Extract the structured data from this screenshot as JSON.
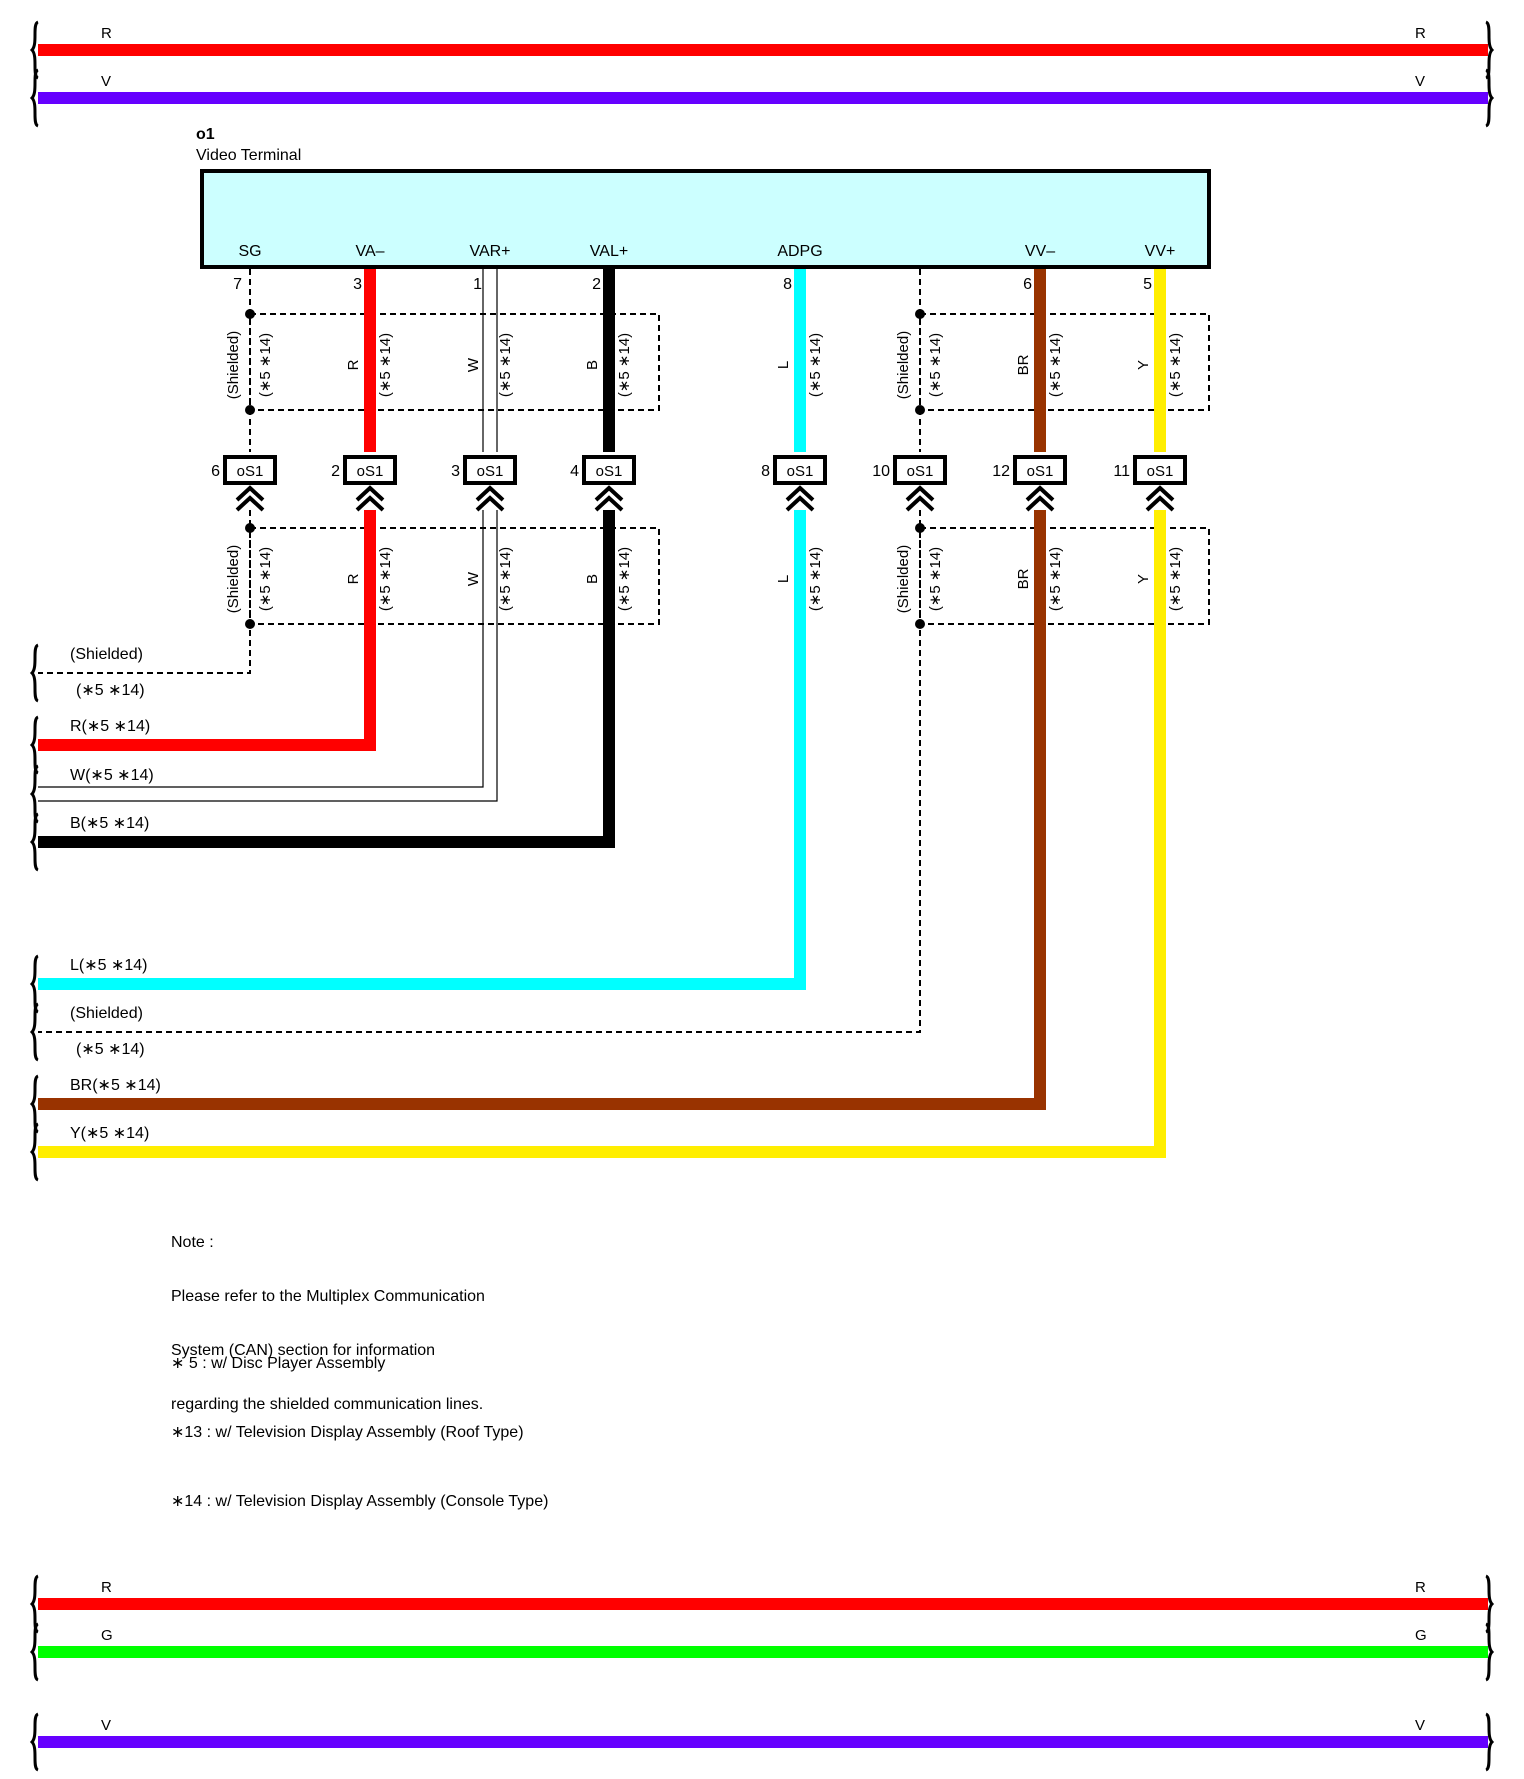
{
  "connector": {
    "code": "o1",
    "name": "Video Terminal",
    "connector_color": "#ccffff",
    "pins": [
      {
        "name": "SG",
        "num": "7",
        "wire": "(Shielded)",
        "in_color": "",
        "out_color": "",
        "sp_num": "6"
      },
      {
        "name": "VA–",
        "num": "3",
        "wire": "R",
        "in_color": "#ff0000",
        "out_color": "#ff0000",
        "sp_num": "2"
      },
      {
        "name": "VAR+",
        "num": "1",
        "wire": "W",
        "in_color": "#ffffff",
        "out_color": "#ffffff",
        "sp_num": "3"
      },
      {
        "name": "VAL+",
        "num": "2",
        "wire": "B",
        "in_color": "#000000",
        "out_color": "#000000",
        "sp_num": "4"
      },
      {
        "name": "ADPG",
        "num": "8",
        "wire": "L",
        "in_color": "#00ffff",
        "out_color": "#00ffff",
        "sp_num": "8"
      },
      {
        "name": "",
        "num": "",
        "wire": "(Shielded)",
        "in_color": "",
        "out_color": "",
        "sp_num": "10"
      },
      {
        "name": "VV–",
        "num": "6",
        "wire": "BR",
        "in_color": "#993300",
        "out_color": "#993300",
        "sp_num": "12"
      },
      {
        "name": "VV+",
        "num": "5",
        "wire": "Y",
        "in_color": "#ffee00",
        "out_color": "#ffee00",
        "sp_num": "11"
      }
    ],
    "splice_code": "oS1",
    "variant_label": "(∗5 ∗14)"
  },
  "left_terminals": [
    {
      "top": "(Shielded)",
      "bottom": "(∗5 ∗14)"
    },
    {
      "top": "R(∗5 ∗14)"
    },
    {
      "top": "W(∗5 ∗14)"
    },
    {
      "top": "B(∗5 ∗14)"
    },
    {
      "top": "L(∗5 ∗14)"
    },
    {
      "top": "(Shielded)",
      "bottom": "(∗5 ∗14)"
    },
    {
      "top": "BR(∗5 ∗14)"
    },
    {
      "top": "Y(∗5 ∗14)"
    }
  ],
  "buses": [
    {
      "label": "R",
      "color": "#ff0000"
    },
    {
      "label": "V",
      "color": "#6600ff"
    },
    {
      "label": "R",
      "color": "#ff0000"
    },
    {
      "label": "G",
      "color": "#00ff00"
    },
    {
      "label": "V",
      "color": "#6600ff"
    }
  ],
  "note": {
    "title": "Note :",
    "lines": [
      "Please refer to the Multiplex Communication",
      "System (CAN) section for information",
      "regarding the shielded communication lines."
    ]
  },
  "footnotes": [
    "∗ 5 : w/ Disc Player Assembly",
    "∗13 : w/ Television Display Assembly (Roof Type)",
    "∗14 : w/ Television Display Assembly (Console Type)"
  ]
}
